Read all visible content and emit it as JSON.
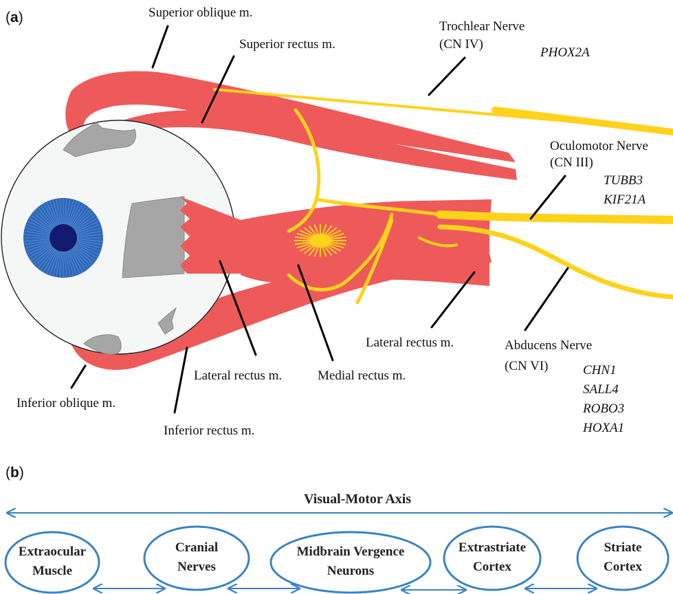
{
  "panel_a": {
    "label_open": "(",
    "label_letter": "a",
    "label_close": ")",
    "labels": {
      "superior_oblique": "Superior oblique m.",
      "superior_rectus": "Superior rectus m.",
      "trochlear_line1": "Trochlear Nerve",
      "trochlear_line2": "(CN IV)",
      "oculomotor_line1": "Oculomotor Nerve",
      "oculomotor_line2": "(CN III)",
      "abducens_line1": "Abducens Nerve",
      "abducens_line2": "(CN VI)",
      "lateral_rectus_right": "Lateral rectus m.",
      "lateral_rectus_center": "Lateral rectus m.",
      "medial_rectus": "Medial rectus m.",
      "inferior_oblique": "Inferior oblique m.",
      "inferior_rectus": "Inferior rectus m."
    },
    "genes": {
      "trochlear": [
        "PHOX2A"
      ],
      "oculomotor": [
        "TUBB3",
        "KIF21A"
      ],
      "abducens": [
        "CHN1",
        "SALL4",
        "ROBO3",
        "HOXA1"
      ]
    },
    "colors": {
      "muscle": "#ee5a5a",
      "nerve": "#ffd21c",
      "tendon": "#a6a6a6",
      "iris": "#2f68b8",
      "pupil": "#101a6e",
      "eyeball": "#f5f7f7"
    }
  },
  "panel_b": {
    "label_open": "(",
    "label_letter": "b",
    "label_close": ")",
    "axis_title": "Visual-Motor Axis",
    "nodes": [
      {
        "line1": "Extraocular",
        "line2": "Muscle"
      },
      {
        "line1": "Cranial",
        "line2": "Nerves"
      },
      {
        "line1": "Midbrain Vergence",
        "line2": "Neurons"
      },
      {
        "line1": "Extrastriate",
        "line2": "Cortex"
      },
      {
        "line1": "Striate",
        "line2": "Cortex"
      }
    ],
    "colors": {
      "outline": "#3a82c4"
    }
  }
}
